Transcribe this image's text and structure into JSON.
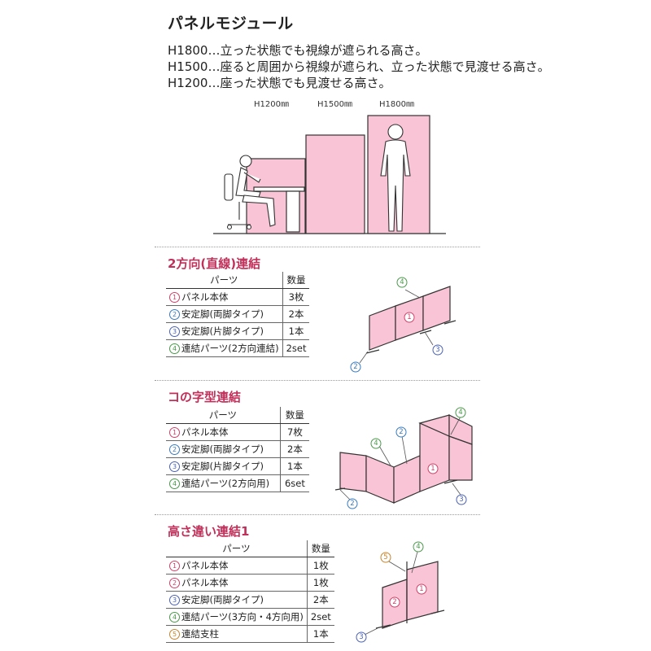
{
  "header": {
    "title": "パネルモジュール",
    "lines": [
      "H1800…立った状態でも視線が遮られる高さ。",
      "H1500…座ると周囲から視線が遮られ、立った状態で見渡せる高さ。",
      "H1200…座った状態でも見渡せる高さ。"
    ],
    "dims": [
      "H1200㎜",
      "H1500㎜",
      "H1800㎜"
    ]
  },
  "colors": {
    "panel": "#f8c4d6",
    "section_title": "#c0305a",
    "circle_1": "#d2406a",
    "circle_2": "#3a7bbf",
    "circle_3": "#4a62b5",
    "circle_4": "#4a9a4a",
    "circle_5": "#c8852a"
  },
  "sections": [
    {
      "title": "2方向(直線)連結",
      "header": {
        "part": "パーツ",
        "qty": "数量"
      },
      "rows": [
        {
          "num": "1",
          "name": "パネル本体",
          "qty": "3枚"
        },
        {
          "num": "2",
          "name": "安定脚(両脚タイプ)",
          "qty": "2本"
        },
        {
          "num": "3",
          "name": "安定脚(片脚タイプ)",
          "qty": "1本"
        },
        {
          "num": "4",
          "name": "連結パーツ(2方向連結)",
          "qty": "2set"
        }
      ]
    },
    {
      "title": "コの字型連結",
      "header": {
        "part": "パーツ",
        "qty": "数量"
      },
      "rows": [
        {
          "num": "1",
          "name": "パネル本体",
          "qty": "7枚"
        },
        {
          "num": "2",
          "name": "安定脚(両脚タイプ)",
          "qty": "2本"
        },
        {
          "num": "3",
          "name": "安定脚(片脚タイプ)",
          "qty": "1本"
        },
        {
          "num": "4",
          "name": "連結パーツ(2方向用)",
          "qty": "6set"
        }
      ]
    },
    {
      "title": "高さ違い連結1",
      "header": {
        "part": "パーツ",
        "qty": "数量"
      },
      "rows": [
        {
          "num": "1",
          "name": "パネル本体",
          "qty": "1枚"
        },
        {
          "num": "2",
          "name": "パネル本体",
          "qty": "1枚"
        },
        {
          "num": "3",
          "name": "安定脚(両脚タイプ)",
          "qty": "2本"
        },
        {
          "num": "4",
          "name": "連結パーツ(3方向・4方向用)",
          "qty": "2set"
        },
        {
          "num": "5",
          "name": "連結支柱",
          "qty": "1本"
        }
      ]
    }
  ],
  "callouts": {
    "one": "1",
    "two": "2",
    "three": "3",
    "four": "4",
    "five": "5"
  }
}
